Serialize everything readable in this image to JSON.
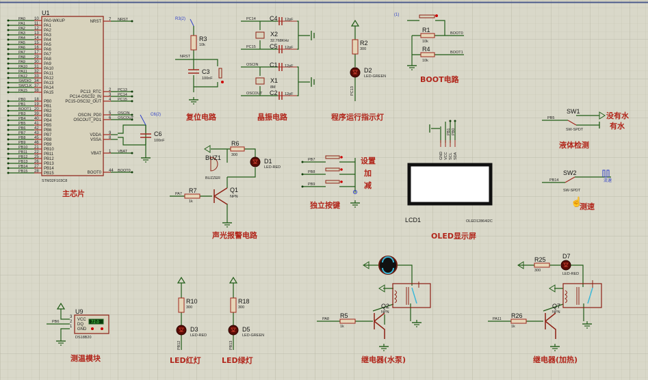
{
  "window": {
    "border_color": "#4a5a8a",
    "grid_color": "#c4c3b2",
    "background": "#d9d8c9"
  },
  "colors": {
    "wire": "#1f5b16",
    "pin": "#a0251c",
    "title": "#b1261b",
    "body": "#d8d3bd",
    "probe": "#2d3ec8"
  },
  "mcu": {
    "ref": "U1",
    "part": "STM32F103C8",
    "title": "主芯片",
    "left_pins": [
      {
        "net": "PA0",
        "num": "10",
        "name": "PA0-WKUP"
      },
      {
        "net": "PA1",
        "num": "11",
        "name": "PA1"
      },
      {
        "net": "PA2",
        "num": "12",
        "name": "PA2"
      },
      {
        "net": "PA3",
        "num": "13",
        "name": "PA3"
      },
      {
        "net": "PA4",
        "num": "14",
        "name": "PA4"
      },
      {
        "net": "PA5",
        "num": "15",
        "name": "PA5"
      },
      {
        "net": "PA6",
        "num": "16",
        "name": "PA6"
      },
      {
        "net": "PA7",
        "num": "17",
        "name": "PA7"
      },
      {
        "net": "PA8",
        "num": "29",
        "name": "PA8"
      },
      {
        "net": "PA9",
        "num": "30",
        "name": "PA9"
      },
      {
        "net": "PA10",
        "num": "31",
        "name": "PA10"
      },
      {
        "net": "PA11",
        "num": "32",
        "name": "PA11"
      },
      {
        "net": "PA12",
        "num": "33",
        "name": "PA12"
      },
      {
        "net": "SWDIO",
        "num": "34",
        "name": "PA13"
      },
      {
        "net": "SWCLK",
        "num": "37",
        "name": "PA14"
      },
      {
        "net": "PA15",
        "num": "38",
        "name": "PA15"
      },
      {
        "net": "PB0",
        "num": "18",
        "name": "PB0"
      },
      {
        "net": "PB1",
        "num": "19",
        "name": "PB1"
      },
      {
        "net": "BOOT1",
        "num": "20",
        "name": "PB2"
      },
      {
        "net": "PB3",
        "num": "39",
        "name": "PB3"
      },
      {
        "net": "PB4",
        "num": "40",
        "name": "PB4"
      },
      {
        "net": "PB5",
        "num": "41",
        "name": "PB5"
      },
      {
        "net": "PB6",
        "num": "42",
        "name": "PB6"
      },
      {
        "net": "PB7",
        "num": "43",
        "name": "PB7"
      },
      {
        "net": "PB8",
        "num": "45",
        "name": "PB8"
      },
      {
        "net": "PB9",
        "num": "46",
        "name": "PB9"
      },
      {
        "net": "PB10",
        "num": "21",
        "name": "PB10"
      },
      {
        "net": "PB11",
        "num": "22",
        "name": "PB11"
      },
      {
        "net": "PB12",
        "num": "25",
        "name": "PB12"
      },
      {
        "net": "PB13",
        "num": "26",
        "name": "PB13"
      },
      {
        "net": "PB14",
        "num": "27",
        "name": "PB14"
      },
      {
        "net": "PB15",
        "num": "28",
        "name": "PB15"
      }
    ],
    "right_pins": [
      {
        "net": "NRST",
        "num": "7",
        "name": "NRST"
      },
      {
        "net": "PC13",
        "num": "2",
        "name": "PC13_RTC"
      },
      {
        "net": "PC14",
        "num": "3",
        "name": "PC14-OSC32_IN"
      },
      {
        "net": "PC15",
        "num": "4",
        "name": "PC15-OSC32_OUT"
      },
      {
        "net": "OSCIN",
        "num": "5",
        "name": "OSCIN_PD0"
      },
      {
        "net": "OSCOUT",
        "num": "6",
        "name": "OSCOUT_PD1"
      },
      {
        "net": "",
        "num": "9",
        "name": "VDDA"
      },
      {
        "net": "",
        "num": "8",
        "name": "VSSA"
      },
      {
        "net": "VBAT",
        "num": "1",
        "name": "VBAT"
      },
      {
        "net": "BOOT0",
        "num": "44",
        "name": "BOOT0"
      }
    ],
    "c6": {
      "ref": "C6",
      "val": "100nF",
      "probe": "C6(2)"
    }
  },
  "reset": {
    "title": "复位电路",
    "probe": "R3(2)",
    "r_ref": "R3",
    "r_val": "10k",
    "net": "NRST",
    "c_ref": "C3",
    "c_val": "100nF"
  },
  "crystal": {
    "title": "晶振电路",
    "c4": {
      "ref": "C4",
      "val": "12pF"
    },
    "c5": {
      "ref": "C5",
      "val": "12pF"
    },
    "x2": {
      "ref": "X2",
      "val": "32.768KHz"
    },
    "c1": {
      "ref": "C1",
      "val": "12pF"
    },
    "c2": {
      "ref": "C2",
      "val": "12pF"
    },
    "x1": {
      "ref": "X1",
      "val": "8M"
    },
    "nets": {
      "pc14": "PC14",
      "pc15": "PC15",
      "oscin": "OSCIN",
      "oscout": "OSCOUT"
    }
  },
  "run_led": {
    "title": "程序运行指示灯",
    "r_ref": "R2",
    "r_val": "300",
    "d_ref": "D2",
    "d_val": "LED-GREEN",
    "net": "PC13"
  },
  "boot": {
    "title": "BOOT电路",
    "probe": "(1)",
    "r1": {
      "ref": "R1",
      "val": "10k"
    },
    "r4": {
      "ref": "R4",
      "val": "10k"
    },
    "net0": "BOOT0",
    "net1": "BOOT1"
  },
  "liquid": {
    "title": "液体检测",
    "ref": "SW1",
    "val": "SW-SPDT",
    "net": "PB5",
    "no_water": "没有水",
    "water": "有水"
  },
  "speed": {
    "title": "测速",
    "ref": "SW2",
    "val": "SW-SPDT",
    "net": "PB14",
    "probe": "流速"
  },
  "alarm": {
    "title": "声光报警电路",
    "buz_ref": "BUZ1",
    "buz_val": "BUZZER",
    "r6": {
      "ref": "R6",
      "val": "300"
    },
    "d1": {
      "ref": "D1",
      "val": "LED-RED"
    },
    "r7": {
      "ref": "R7",
      "val": "1k"
    },
    "q1": {
      "ref": "Q1",
      "val": "NPN"
    },
    "net": "PA7"
  },
  "keys": {
    "title": "独立按键",
    "items": [
      {
        "net": "PB7",
        "label": "设置"
      },
      {
        "net": "PB8",
        "label": "加"
      },
      {
        "net": "PB9",
        "label": "减"
      }
    ]
  },
  "oled": {
    "title": "OLED显示屏",
    "ref": "LCD1",
    "part": "OLED12864I2C",
    "pins": [
      "GND",
      "VCC",
      "SCL",
      "SDA"
    ],
    "nets": [
      "PB1",
      "PB0"
    ]
  },
  "temp": {
    "title": "测温模块",
    "ref": "U9",
    "part": "DS18B20",
    "net": "PB6",
    "pins": [
      {
        "num": "3",
        "name": "VCC"
      },
      {
        "num": "2",
        "name": "DQ"
      },
      {
        "num": "1",
        "name": "GND"
      }
    ],
    "display": "72.0"
  },
  "led_red": {
    "title": "LED红灯",
    "r_ref": "R10",
    "r_val": "300",
    "d_ref": "D3",
    "d_val": "LED-RED",
    "net": "PB12"
  },
  "led_green": {
    "title": "LED绿灯",
    "r_ref": "R18",
    "r_val": "300",
    "d_ref": "D5",
    "d_val": "LED-GREEN",
    "net": "PB13"
  },
  "relay_pump": {
    "title": "继电器(水泵)",
    "r_ref": "R5",
    "r_val": "1k",
    "q_ref": "Q2",
    "q_val": "NPN",
    "net": "PA8"
  },
  "relay_heat": {
    "title": "继电器(加热)",
    "r_ref": "R26",
    "r_val": "1k",
    "q_ref": "Q7",
    "q_val": "NPN",
    "net": "PA11",
    "d_ref": "D7",
    "d_val": "LED-RED",
    "r25_ref": "R25",
    "r25_val": "300"
  }
}
